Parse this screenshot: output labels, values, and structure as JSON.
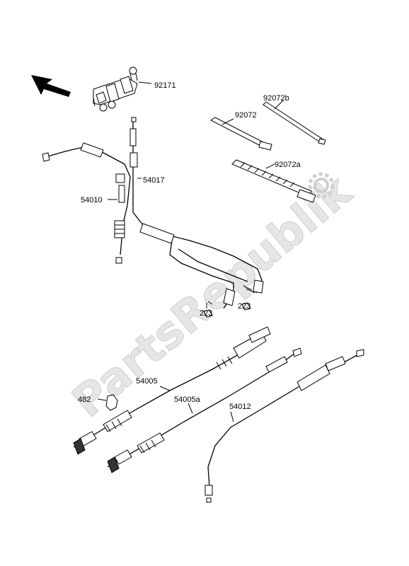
{
  "watermark": {
    "text": "PartsRepublik",
    "color": "#e6e6e6"
  },
  "direction_arrow": {
    "icon": "front-direction-arrow-icon"
  },
  "parts": [
    {
      "id": "p92171",
      "number": "92171"
    },
    {
      "id": "p92072b",
      "number": "92072b"
    },
    {
      "id": "p92072",
      "number": "92072"
    },
    {
      "id": "p92072a",
      "number": "92072a"
    },
    {
      "id": "p54017",
      "number": "54017"
    },
    {
      "id": "p54010",
      "number": "54010"
    },
    {
      "id": "p223a",
      "number": "223"
    },
    {
      "id": "p223b",
      "number": "223"
    },
    {
      "id": "p54005",
      "number": "54005"
    },
    {
      "id": "p482",
      "number": "482"
    },
    {
      "id": "p54005a",
      "number": "54005a"
    },
    {
      "id": "p54012",
      "number": "54012"
    }
  ],
  "colors": {
    "line": "#000000",
    "background": "#ffffff"
  }
}
